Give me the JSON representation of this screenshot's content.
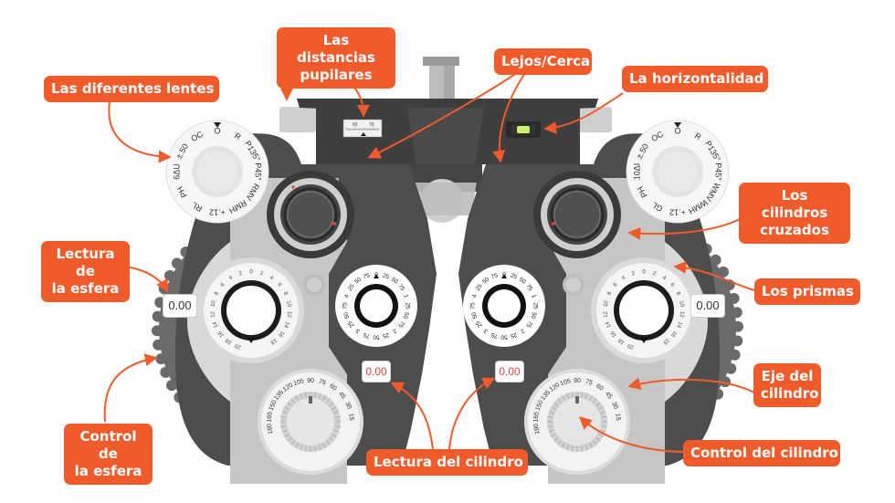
{
  "labels": {
    "interpupillary": "Las distancias\npupilares",
    "lenses": "Las diferentes lentes",
    "far_near": "Lejos/Cerca",
    "level": "La horizontalidad",
    "crossed_cyl": "Los cilindros\ncruzados",
    "sphere_reading": "Lectura de\nla esfera",
    "prisms": "Los prismas",
    "cyl_axis": "Eje del\ncilindro",
    "sphere_control": "Control de\nla esfera",
    "cyl_reading": "Lectura del cilindro",
    "cyl_control": "Control del cilindro"
  },
  "readouts": {
    "sphere_left": "0.00",
    "sphere_right": "0.00",
    "cyl_left": "0.00",
    "cyl_right": "0.00"
  },
  "aux_dial_left": [
    "O",
    "R",
    "P135°",
    "P45°",
    "RMV",
    "RMH",
    "+.12",
    "RL",
    "PH",
    "6ΔU",
    "±.50",
    "OC"
  ],
  "aux_dial_right": [
    "O",
    "R",
    "P135°",
    "P45°",
    "WMV",
    "WMH",
    "+.12",
    "GL",
    "PH",
    "10ΔI",
    "±.50",
    "OC"
  ],
  "axis_scale": [
    "180",
    "165",
    "150",
    "135",
    "120",
    "105",
    "90",
    "75",
    "60",
    "45",
    "30",
    "15"
  ],
  "cyl_scale": [
    "0",
    "25",
    "50",
    "75",
    "1",
    "25",
    "50",
    "75",
    "2",
    "25",
    "50",
    "75",
    "3",
    "25",
    "50",
    "75",
    "4",
    "25",
    "50",
    "75"
  ],
  "sphere_scale": [
    "20",
    "18",
    "16",
    "14",
    "12",
    "10",
    "8",
    "6",
    "4",
    "2",
    "0",
    "2",
    "4",
    "6",
    "8",
    "10",
    "12",
    "14",
    "16",
    "18"
  ],
  "pd_scale": [
    "60",
    "70"
  ],
  "colors": {
    "accent": "#ef5b2b",
    "body_dark": "#4a4a4a",
    "body_mid": "#5a5a5a",
    "panel_light": "#c9c9c9",
    "level_bubble": "#c9f26b",
    "cyl_red": "#e0413a"
  },
  "icons": [
    "arrow-icon",
    "level-bubble-icon"
  ]
}
